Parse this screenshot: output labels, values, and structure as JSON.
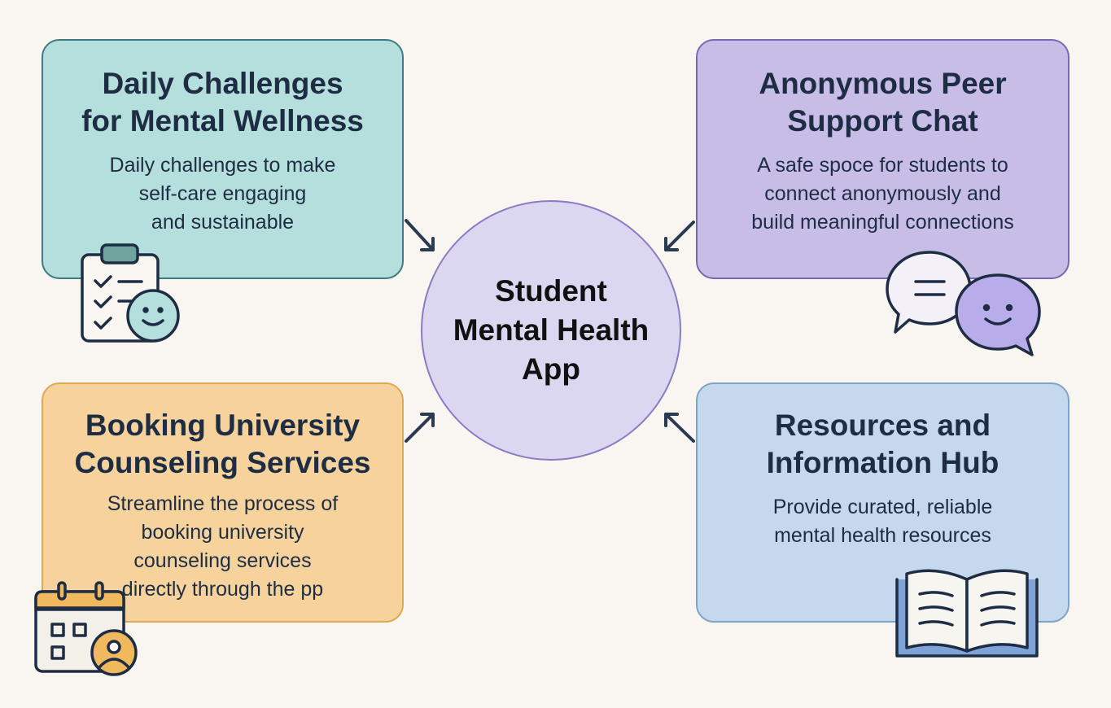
{
  "center": {
    "title": "Student\nMental Health\nApp"
  },
  "features": [
    {
      "title": "Daily Challenges\nfor Mental Wellness",
      "description": "Daily challenges to make\nself-care engaging\nand sustainable",
      "icon": "clipboard-smiley-icon",
      "color": "#b5dfdc"
    },
    {
      "title": "Anonymous Peer\nSupport Chat",
      "description": "A safe spoce for students to\nconnect anonymously and\nbuild meaningful connections",
      "icon": "chat-bubbles-icon",
      "color": "#c7bde6"
    },
    {
      "title": "Booking University\nCounseling Services",
      "description": "Streamline the process of\nbooking university\ncounseling services\ndirectly through the pp",
      "icon": "calendar-user-icon",
      "color": "#f6d39c"
    },
    {
      "title": "Resources and\nInformation Hub",
      "description": "Provide curated, reliable\nmental health resources",
      "icon": "open-book-icon",
      "color": "#c6d8ec"
    }
  ]
}
